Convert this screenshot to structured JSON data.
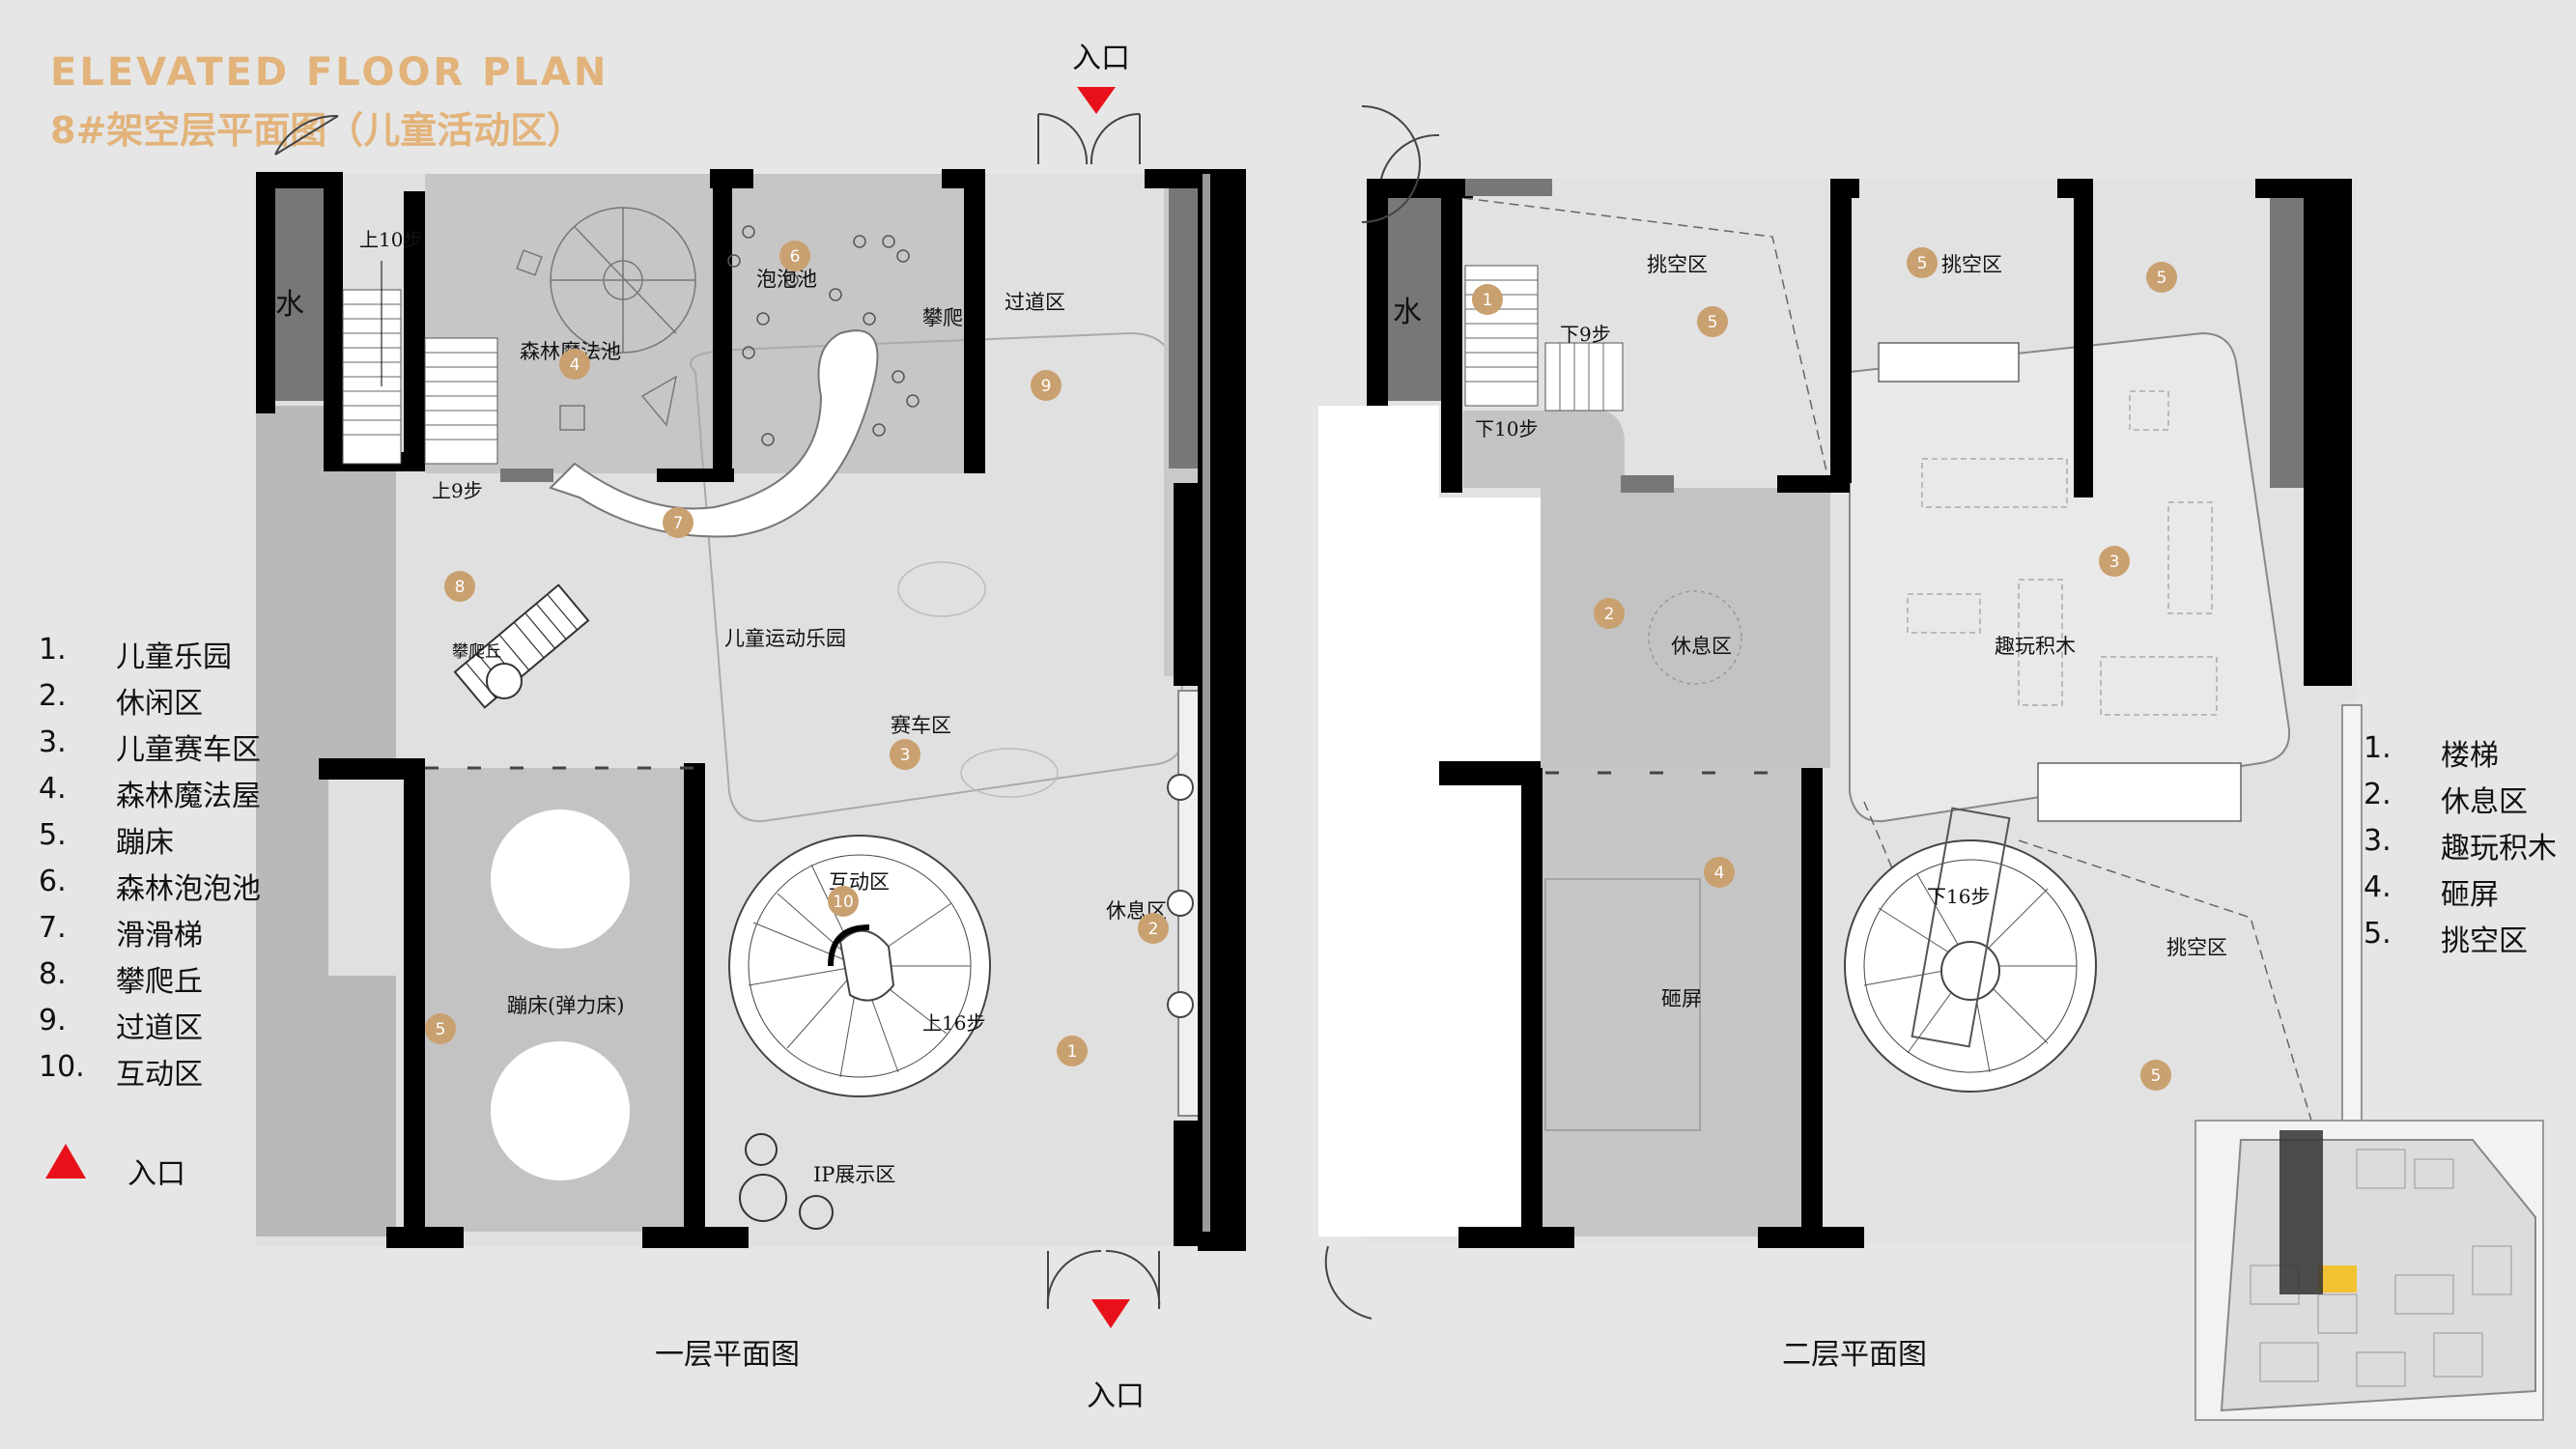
{
  "header": {
    "title_en": "ELEVATED FLOOR PLAN",
    "title_cn": "8#架空层平面图（儿童活动区）"
  },
  "legend_left": {
    "items": [
      {
        "num": "1.",
        "label": "儿童乐园"
      },
      {
        "num": "2.",
        "label": "休闲区"
      },
      {
        "num": "3.",
        "label": "儿童赛车区"
      },
      {
        "num": "4.",
        "label": "森林魔法屋"
      },
      {
        "num": "5.",
        "label": "蹦床"
      },
      {
        "num": "6.",
        "label": "森林泡泡池"
      },
      {
        "num": "7.",
        "label": "滑滑梯"
      },
      {
        "num": "8.",
        "label": "攀爬丘"
      },
      {
        "num": "9.",
        "label": "过道区"
      },
      {
        "num": "10.",
        "label": "互动区"
      }
    ],
    "entrance_label": "入口"
  },
  "legend_right": {
    "items": [
      {
        "num": "1.",
        "label": "楼梯"
      },
      {
        "num": "2.",
        "label": "休息区"
      },
      {
        "num": "3.",
        "label": "趣玩积木"
      },
      {
        "num": "4.",
        "label": "砸屏"
      },
      {
        "num": "5.",
        "label": "挑空区"
      }
    ]
  },
  "captions": {
    "first_floor": "一层平面图",
    "second_floor": "二层平面图",
    "entrance_top": "入口",
    "entrance_bottom": "入口"
  },
  "colors": {
    "accent": "#e2b37a",
    "badge": "#c9a070",
    "wall": "#000000",
    "room_gray": "#c3c3c3",
    "entrance_red": "#e8111b"
  },
  "floor1": {
    "labels": {
      "water": "水",
      "stairs_up10": "上10步",
      "stairs_up9": "上9步",
      "forest_house": "森林魔法池",
      "bubble_pool": "泡泡池",
      "climb": "攀爬",
      "corridor": "过道区",
      "climb_hill": "攀爬丘",
      "playground": "儿童运动乐园",
      "race": "赛车区",
      "interactive": "互动区",
      "rest": "休息区",
      "up16": "上16步",
      "trampoline": "蹦床(弹力床)",
      "ip_show": "IP展示区"
    },
    "badges": [
      {
        "id": "f1-b6",
        "text": "6"
      },
      {
        "id": "f1-b4",
        "text": "4"
      },
      {
        "id": "f1-b9",
        "text": "9"
      },
      {
        "id": "f1-b7",
        "text": "7"
      },
      {
        "id": "f1-b8",
        "text": "8"
      },
      {
        "id": "f1-b3",
        "text": "3"
      },
      {
        "id": "f1-b10",
        "text": "10"
      },
      {
        "id": "f1-b2",
        "text": "2"
      },
      {
        "id": "f1-b5",
        "text": "5"
      },
      {
        "id": "f1-b1",
        "text": "1"
      }
    ]
  },
  "floor2": {
    "labels": {
      "water": "水",
      "void1": "挑空区",
      "void2": "挑空区",
      "down9": "下9步",
      "down10": "下10步",
      "rest": "休息区",
      "blocks": "趣玩积木",
      "smash": "砸屏",
      "down16": "下16步",
      "void3": "挑空区"
    },
    "badges": [
      {
        "id": "f2-b1",
        "text": "1"
      },
      {
        "id": "f2-b5a",
        "text": "5"
      },
      {
        "id": "f2-b5b",
        "text": "5"
      },
      {
        "id": "f2-b5c",
        "text": "5"
      },
      {
        "id": "f2-b2",
        "text": "2"
      },
      {
        "id": "f2-b3",
        "text": "3"
      },
      {
        "id": "f2-b4",
        "text": "4"
      },
      {
        "id": "f2-b5d",
        "text": "5"
      }
    ]
  }
}
